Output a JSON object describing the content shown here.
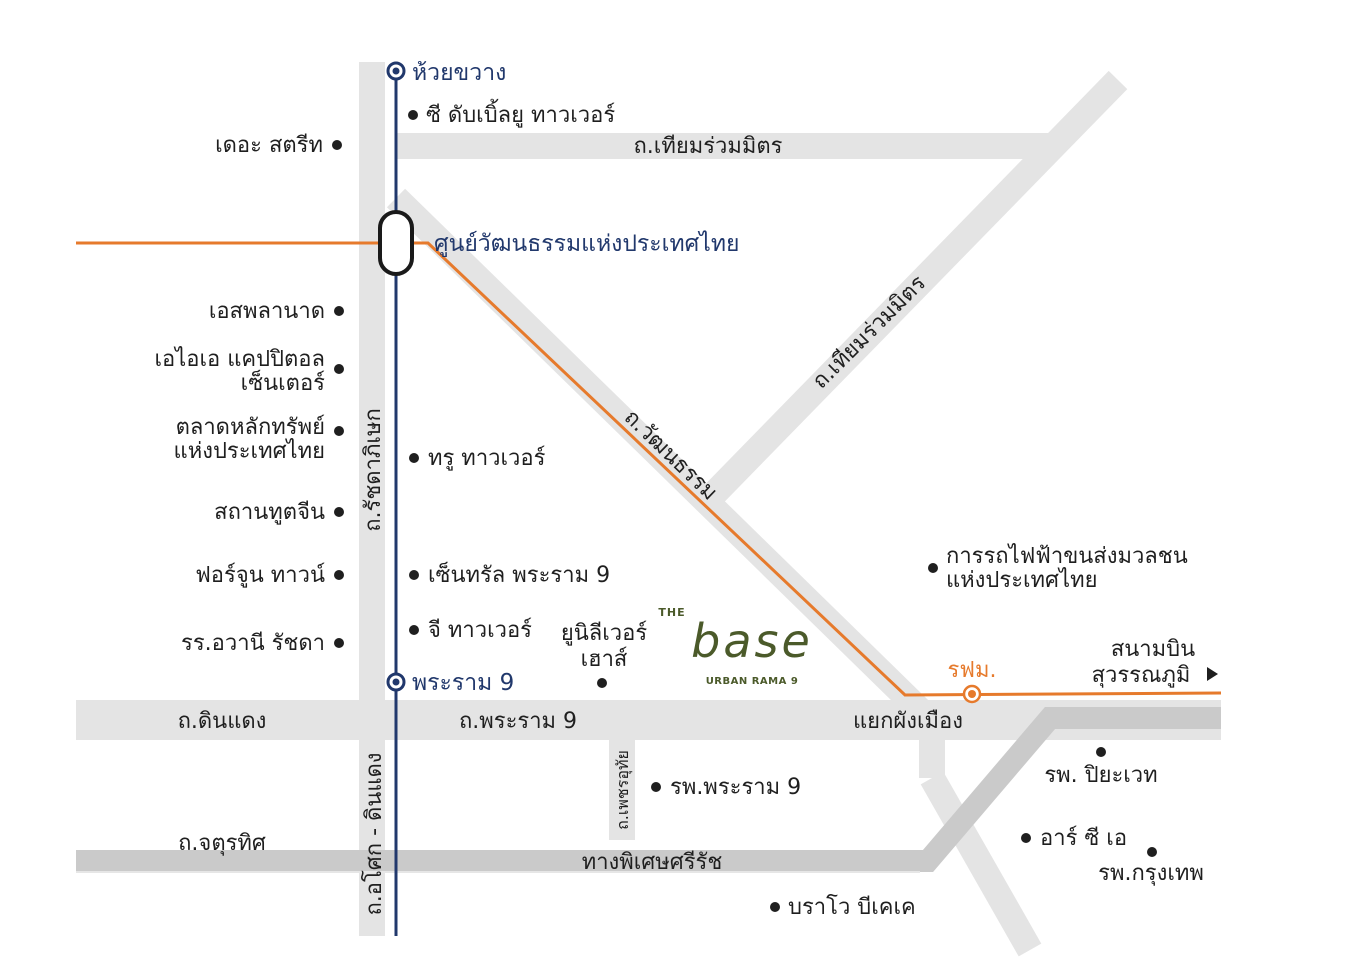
{
  "colors": {
    "road": "#e4e4e4",
    "expressway": "#c9c9c9",
    "blue_line": "#21386c",
    "orange_line": "#e67a2c",
    "text": "#1f1f1f",
    "brand": "#4b5a2a"
  },
  "stations": {
    "huai_khwang": "ห้วยขวาง",
    "thai_cultural_centre": "ศูนย์วัฒนธรรมแห่งประเทศไทย",
    "rama9": "พระราม 9",
    "srt": "รฟม."
  },
  "roads": {
    "tiam_ruam_mit": "ถ.เทียมร่วมมิตร",
    "tiam_ruam_mit_diag": "ถ.เทียมร่วมมิตร",
    "ratchadaphisek": "ถ.รัชดาภิเษก",
    "watthanatham": "ถ.วัฒนธรรม",
    "din_daeng": "ถ.ดินแดง",
    "rama9": "ถ.พระราม 9",
    "phang_mueang_junction": "แยกผังเมือง",
    "asok_din_daeng": "ถ.อโศก - ดินแดง",
    "phetchaburi_udom": "ถ.เพชรอุทัย",
    "chaturathit": "ถ.จตุรทิศ",
    "si_rat_expressway": "ทางพิเศษศรีรัช"
  },
  "landmarks": {
    "c_w_tower": "ซี ดับเบิ้ลยู ทาวเวอร์",
    "the_street": "เดอะ สตรีท",
    "esplanade": "เอสพลานาด",
    "aia_capital_1": "เอไอเอ แคปปิตอล",
    "aia_capital_2": "เซ็นเตอร์",
    "set_1": "ตลาดหลักทรัพย์",
    "set_2": "แห่งประเทศไทย",
    "true_tower": "ทรู ทาวเวอร์",
    "chinese_embassy": "สถานทูตจีน",
    "fortune_town": "ฟอร์จูน ทาวน์",
    "central_rama9": "เซ็นทรัล พระราม 9",
    "g_tower": "จี ทาวเวอร์",
    "unilever_1": "ยูนิลีเวอร์",
    "unilever_2": "เฮาส์",
    "awana_ratchada": "รร.อวานี รัชดา",
    "mrta_1": "การรถไฟฟ้าขนส่งมวลชน",
    "mrta_2": "แห่งประเทศไทย",
    "airport_1": "สนามบิน",
    "airport_2": "สุวรรณภูมิ",
    "rama9_hospital": "รพ.พระราม 9",
    "piyavate": "รพ. ปิยะเวท",
    "rca": "อาร์ ซี เอ",
    "bangkok_hospital": "รพ.กรุงเทพ",
    "bravo_bkk": "บราโว บีเคเค"
  },
  "brand": {
    "the": "THE",
    "base": "base",
    "sub": "URBAN RAMA 9"
  },
  "icons": {
    "airport_arrow": "triangle-right-icon",
    "station_marker": "ring-station-icon",
    "interchange": "capsule-interchange-icon",
    "poi": "dot-icon"
  }
}
